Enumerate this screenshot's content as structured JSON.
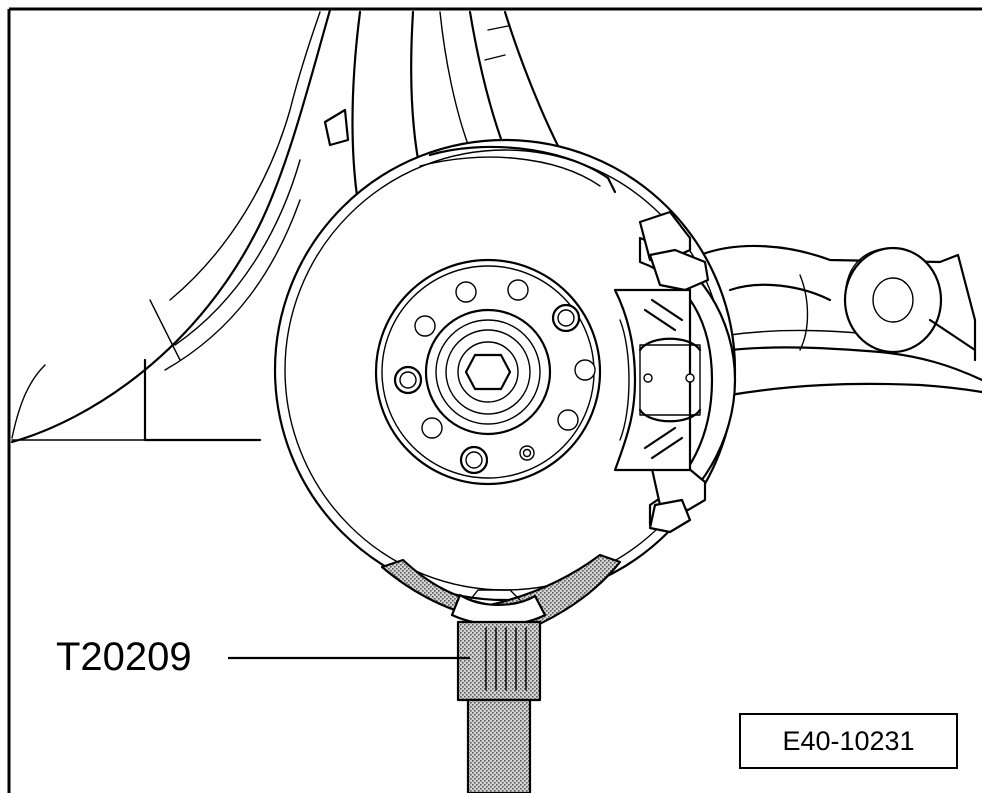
{
  "figure": {
    "callouts": [
      {
        "id": "tool",
        "label": "T20209"
      }
    ],
    "figure_id": "E40-10231"
  },
  "colors": {
    "line": "#000000",
    "background": "#ffffff",
    "hatch": "#9a9a9a"
  }
}
